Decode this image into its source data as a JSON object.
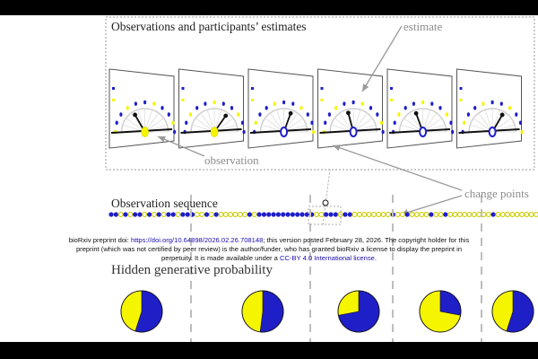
{
  "diagram": {
    "section_estimates_title": "Observations and participants’ estimates",
    "label_estimate": "estimate",
    "label_observation": "observation",
    "label_change_points": "change points",
    "section_sequence_title": "Observation sequence",
    "section_probability_title": "Hidden generative probability",
    "colors": {
      "blue": "#1f1fc8",
      "yellow": "#f5f500",
      "gray": "#9a9a9a",
      "dark": "#111111"
    },
    "panel_count": 6,
    "panel_observation_colors": [
      "yellow",
      "yellow",
      "blue",
      "blue",
      "blue",
      "blue"
    ],
    "panel_estimate_angles_deg": [
      120,
      55,
      70,
      105,
      110,
      60
    ],
    "sequence": "bbybybbybybybbybbbyybybyyyyyybybbbbbbbbbbbbyybbbybbyyyyyyyybyybyyyybyybyyyyyyyyybyyyyyyyyy",
    "pie_blue_fractions": [
      0.55,
      0.52,
      0.72,
      0.28,
      0.55
    ]
  },
  "notice": {
    "text_before_link": "bioRxiv preprint doi: ",
    "doi_link": "https://doi.org/10.64898/2026.02.26.708148",
    "text_line1_rest": "; this version posted February 28, 2026. The copyright holder for this",
    "text_line2": "preprint (which was not certified by peer review) is the author/funder, who has granted bioRxiv a license to display the preprint in",
    "text_line3_before": "perpetuity. It is made available under a",
    "license_link": "CC-BY 4.0 International license",
    "text_line3_after": "."
  }
}
